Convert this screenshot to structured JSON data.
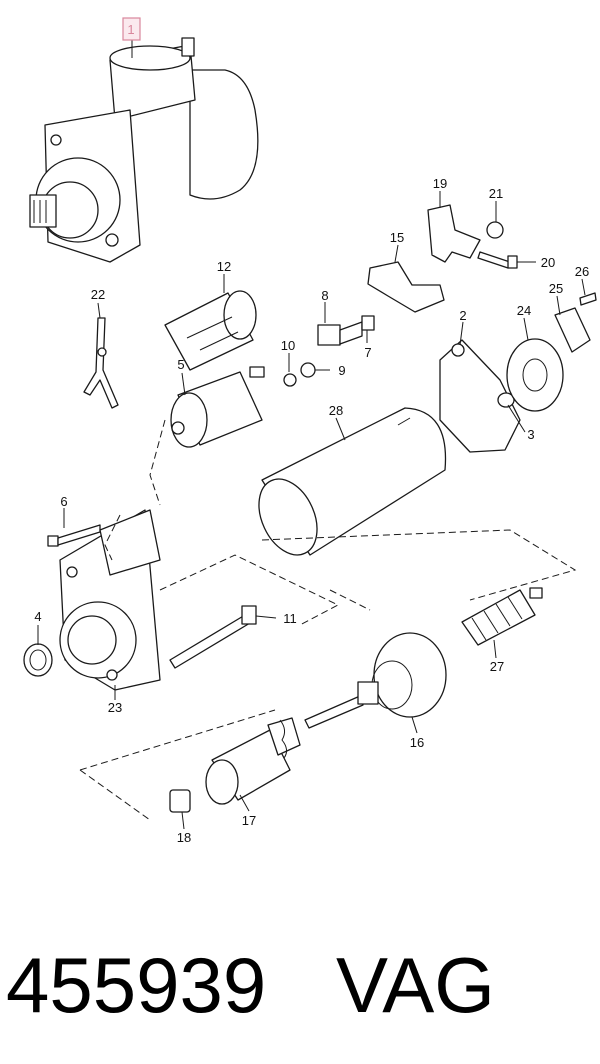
{
  "callouts": [
    "1",
    "2",
    "3",
    "4",
    "5",
    "6",
    "7",
    "8",
    "9",
    "10",
    "11",
    "12",
    "15",
    "16",
    "17",
    "18",
    "19",
    "20",
    "21",
    "22",
    "23",
    "24",
    "25",
    "26",
    "27",
    "28"
  ],
  "highlight_color": "#d9879c",
  "footer": {
    "part_number": "455939",
    "brand": "VAG"
  }
}
